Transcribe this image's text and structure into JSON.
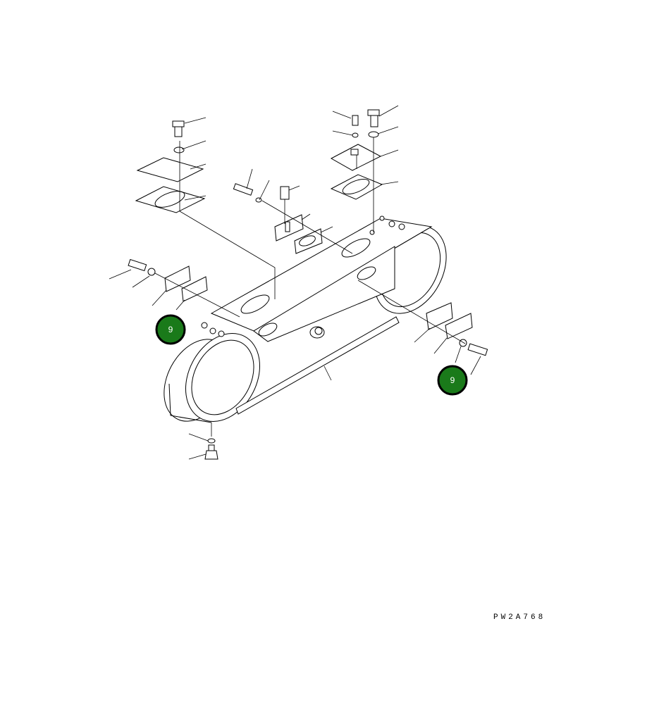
{
  "diagram": {
    "drawing_code": "PW2A768",
    "callouts": [
      {
        "label": "9",
        "color": "#1a7a1a"
      },
      {
        "label": "9",
        "color": "#1a7a1a"
      }
    ]
  }
}
